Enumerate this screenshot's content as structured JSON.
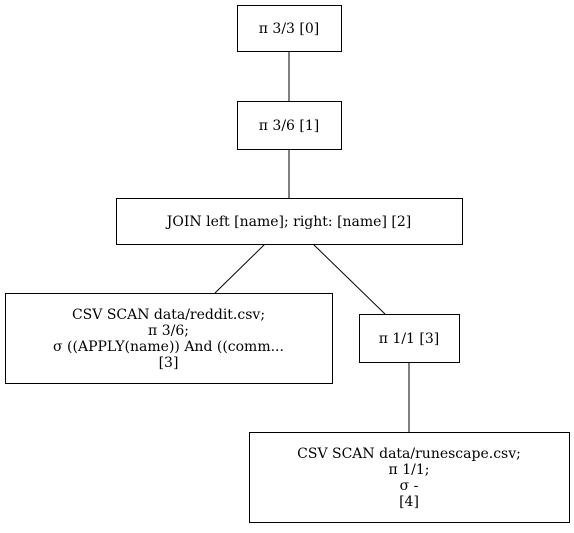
{
  "nodes": [
    {
      "id": "n0",
      "lines": [
        "π 3/3 [0]"
      ]
    },
    {
      "id": "n1",
      "lines": [
        "π 3/6 [1]"
      ]
    },
    {
      "id": "n2",
      "lines": [
        "JOIN left [name]; right: [name] [2]"
      ]
    },
    {
      "id": "n3",
      "lines": [
        "CSV SCAN data/reddit.csv;",
        "π 3/6;",
        "σ ((APPLY(name)) And ((comm...",
        "[3]"
      ]
    },
    {
      "id": "n4",
      "lines": [
        "π 1/1 [3]"
      ]
    },
    {
      "id": "n5",
      "lines": [
        "CSV SCAN data/runescape.csv;",
        "π 1/1;",
        "σ -",
        "[4]"
      ]
    }
  ],
  "edges": [
    {
      "from": "n0",
      "to": "n1"
    },
    {
      "from": "n1",
      "to": "n2"
    },
    {
      "from": "n2",
      "to": "n3"
    },
    {
      "from": "n2",
      "to": "n4"
    },
    {
      "from": "n4",
      "to": "n5"
    }
  ]
}
